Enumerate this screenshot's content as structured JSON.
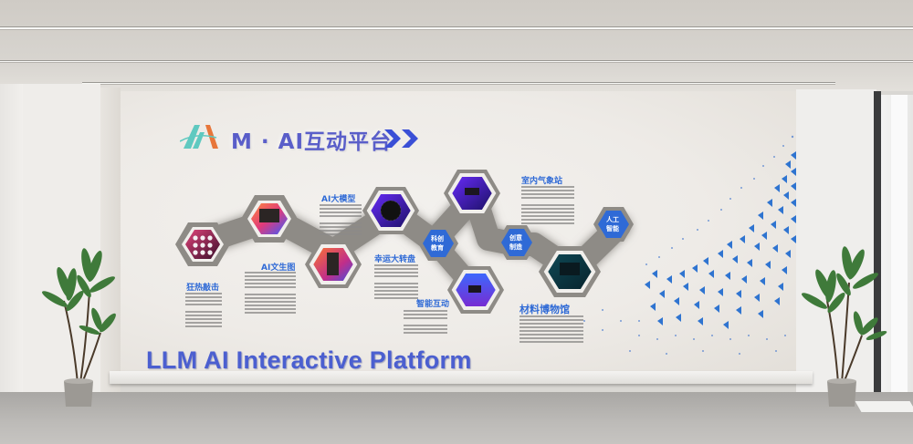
{
  "scene": {
    "type": "interior rendering of exhibition wall",
    "description": "White showroom wall with illuminated hexagonal interactive screen modules, two potted plants, blue triangle mosaic"
  },
  "sign": {
    "title_cn": "M · AI互动平台",
    "title_en": "LLM AI Interactive Platform",
    "logo_icon": "AI-letters-logo",
    "chevron_icon": "double-chevron-right"
  },
  "sections": [
    {
      "id": "kuangre",
      "label": "狂热敲击"
    },
    {
      "id": "wenshengtu",
      "label": "AI文生图"
    },
    {
      "id": "damoxing",
      "label": "AI大模型"
    },
    {
      "id": "xingyun",
      "label": "幸运大转盘"
    },
    {
      "id": "hudong",
      "label": "智能互动"
    },
    {
      "id": "qixiang",
      "label": "室内气象站"
    },
    {
      "id": "bowuguan",
      "label": "材料博物馆"
    }
  ],
  "hex_badges": [
    {
      "id": "kechuang",
      "line1": "科创",
      "line2": "教育"
    },
    {
      "id": "chuangyi",
      "line1": "创意",
      "line2": "制造"
    },
    {
      "id": "rengong",
      "line1": "人工",
      "line2": "智能"
    }
  ],
  "colors": {
    "accent_blue": "#2f6ad6",
    "title_purple_blue": "#5a5ec9",
    "hex_frame_gray": "#8e8b86",
    "wall_white": "#efedea"
  }
}
